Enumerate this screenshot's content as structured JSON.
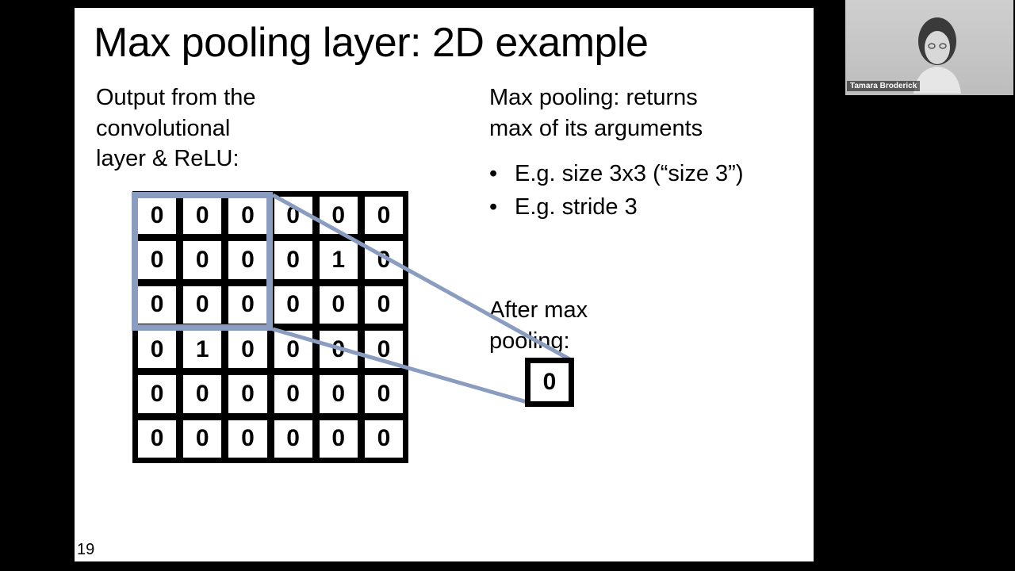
{
  "slide": {
    "title": "Max pooling layer: 2D example",
    "left_text": "Output from the\nconvolutional\nlayer & ReLU:",
    "right_text": "Max pooling: returns\nmax of its arguments",
    "bullets": [
      "E.g. size 3x3 (“size 3”)",
      "E.g. stride 3"
    ],
    "after_text": "After max\npooling:",
    "grid": [
      [
        "0",
        "0",
        "0",
        "0",
        "0",
        "0"
      ],
      [
        "0",
        "0",
        "0",
        "0",
        "1",
        "0"
      ],
      [
        "0",
        "0",
        "0",
        "0",
        "0",
        "0"
      ],
      [
        "0",
        "1",
        "0",
        "0",
        "0",
        "0"
      ],
      [
        "0",
        "0",
        "0",
        "0",
        "0",
        "0"
      ],
      [
        "0",
        "0",
        "0",
        "0",
        "0",
        "0"
      ]
    ],
    "pool_output": "0",
    "page_number": "19",
    "highlight_color": "#8a9cc0"
  },
  "video": {
    "participant_name": "Tamara Broderick"
  }
}
